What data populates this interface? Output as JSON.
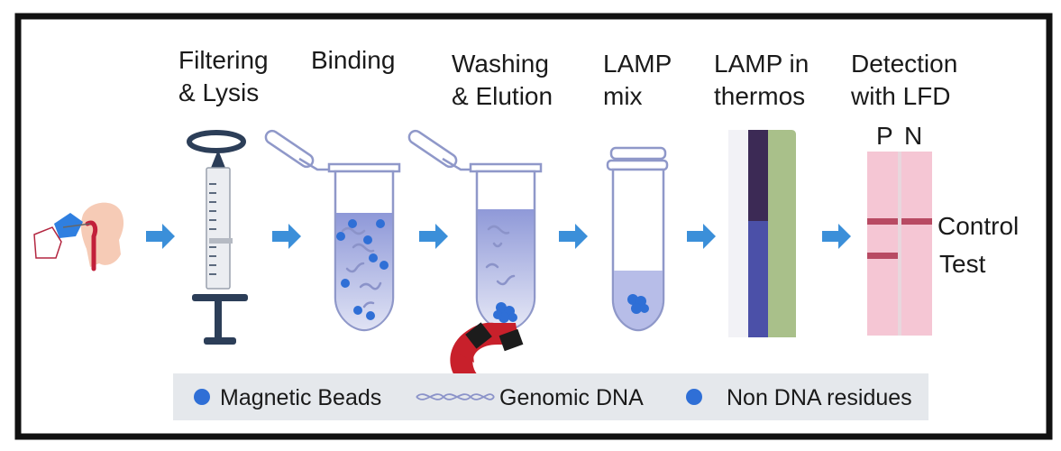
{
  "steps": [
    {
      "line1": "Filtering",
      "line2": "& Lysis"
    },
    {
      "line1": "Binding",
      "line2": ""
    },
    {
      "line1": "Washing",
      "line2": "& Elution"
    },
    {
      "line1": "LAMP",
      "line2": "mix"
    },
    {
      "line1": "LAMP in",
      "line2": "thermos"
    },
    {
      "line1": "Detection",
      "line2": "with LFD"
    }
  ],
  "lfd": {
    "positive": "P",
    "negative": "N",
    "control_label": "Control",
    "test_label": "Test"
  },
  "legend": {
    "magnetic_beads": "Magnetic Beads",
    "genomic_dna": "Genomic DNA",
    "non_dna_residues": "Non DNA residues"
  },
  "colors": {
    "frame": "#111111",
    "arrow": "#3b8fd9",
    "bead": "#2f6fd6",
    "tube_outline": "#8f98c9",
    "tube_fill": "#9fa8dd",
    "dna": "#8b93c9",
    "syringe": "#2c3e58",
    "magnet_red": "#c8202b",
    "magnet_black": "#1c1c1c",
    "thermos_dark": "#3c2a55",
    "thermos_blue": "#4b50a8",
    "thermos_green": "#a9c08a",
    "strip_pink": "#f5c6d4",
    "strip_band": "#b84a63",
    "legend_bg": "#e5e8ec"
  },
  "icons": [
    "swab-sampling-icon",
    "syringe-filter-icon",
    "tube-icon",
    "magnet-icon",
    "thermos-icon",
    "lateral-flow-strip-icon",
    "arrow-right-icon"
  ]
}
